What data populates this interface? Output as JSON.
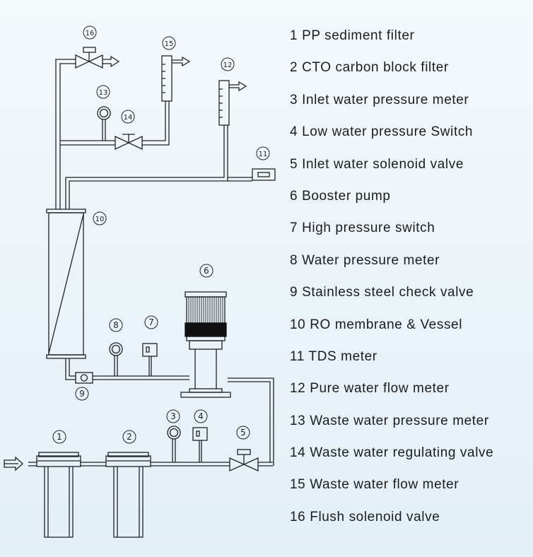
{
  "labels": [
    "1",
    "2",
    "3",
    "4",
    "5",
    "6",
    "7",
    "8",
    "9",
    "10",
    "11",
    "12",
    "13",
    "14",
    "15",
    "16"
  ],
  "legend": [
    {
      "num": "1",
      "text": "PP sediment filter"
    },
    {
      "num": "2",
      "text": "CTO carbon block filter"
    },
    {
      "num": "3",
      "text": "Inlet water pressure meter"
    },
    {
      "num": "4",
      "text": "Low water pressure Switch"
    },
    {
      "num": "5",
      "text": "Inlet water solenoid valve"
    },
    {
      "num": "6",
      "text": "Booster pump"
    },
    {
      "num": "7",
      "text": "High pressure switch"
    },
    {
      "num": "8",
      "text": "Water pressure meter"
    },
    {
      "num": "9",
      "text": "Stainless steel check valve"
    },
    {
      "num": "10",
      "text": "RO membrane & Vessel"
    },
    {
      "num": "11",
      "text": "TDS meter"
    },
    {
      "num": "12",
      "text": "Pure water flow meter"
    },
    {
      "num": "13",
      "text": "Waste water pressure meter"
    },
    {
      "num": "14",
      "text": "Waste water regulating valve"
    },
    {
      "num": "15",
      "text": "Waste water flow meter"
    },
    {
      "num": "16",
      "text": "Flush solenoid valve"
    }
  ],
  "colors": {
    "line": "#222222",
    "pump_band": "#111111",
    "background": "#eaf3f9"
  }
}
